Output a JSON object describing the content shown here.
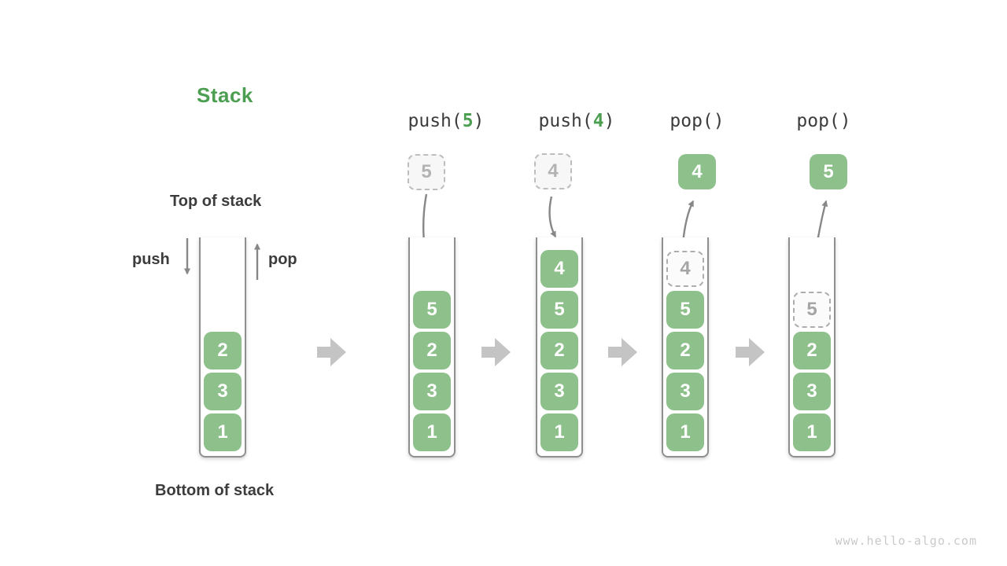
{
  "title": "Stack",
  "labels": {
    "top_of_stack": "Top of stack",
    "bottom_of_stack": "Bottom of stack",
    "push": "push",
    "pop": "pop"
  },
  "watermark": "www.hello-algo.com",
  "colors": {
    "accent-green": "#4C9E50",
    "box-green": "#8DC08B",
    "box-text": "#FFFFFF",
    "text-dark": "#3C3C3C",
    "ghost-border": "#BDBDBD",
    "ghost-text": "#B3B3B3",
    "arrow-gray": "#878787",
    "flow-arrow-gray": "#C4C4C4",
    "wall-gray": "#8F8F8F",
    "watermark-gray": "#C9C9C9"
  },
  "columns": [
    {
      "name": "initial stack",
      "stack": [
        "2",
        "3",
        "1"
      ]
    },
    {
      "name": "after push(5)",
      "op": {
        "pre": "push(",
        "arg": "5",
        "post": ")"
      },
      "incoming": "5",
      "stack": [
        "5",
        "2",
        "3",
        "1"
      ]
    },
    {
      "name": "after push(4)",
      "op": {
        "pre": "push(",
        "arg": "4",
        "post": ")"
      },
      "incoming": "4",
      "stack": [
        "4",
        "5",
        "2",
        "3",
        "1"
      ]
    },
    {
      "name": "after pop() returns 4",
      "op": {
        "pre": "pop(",
        "arg": "",
        "post": ")"
      },
      "popped": "4",
      "ghost": "4",
      "stack": [
        "5",
        "2",
        "3",
        "1"
      ]
    },
    {
      "name": "after pop() returns 5",
      "op": {
        "pre": "pop(",
        "arg": "",
        "post": ")"
      },
      "popped": "5",
      "ghost": "5",
      "stack": [
        "2",
        "3",
        "1"
      ]
    }
  ]
}
